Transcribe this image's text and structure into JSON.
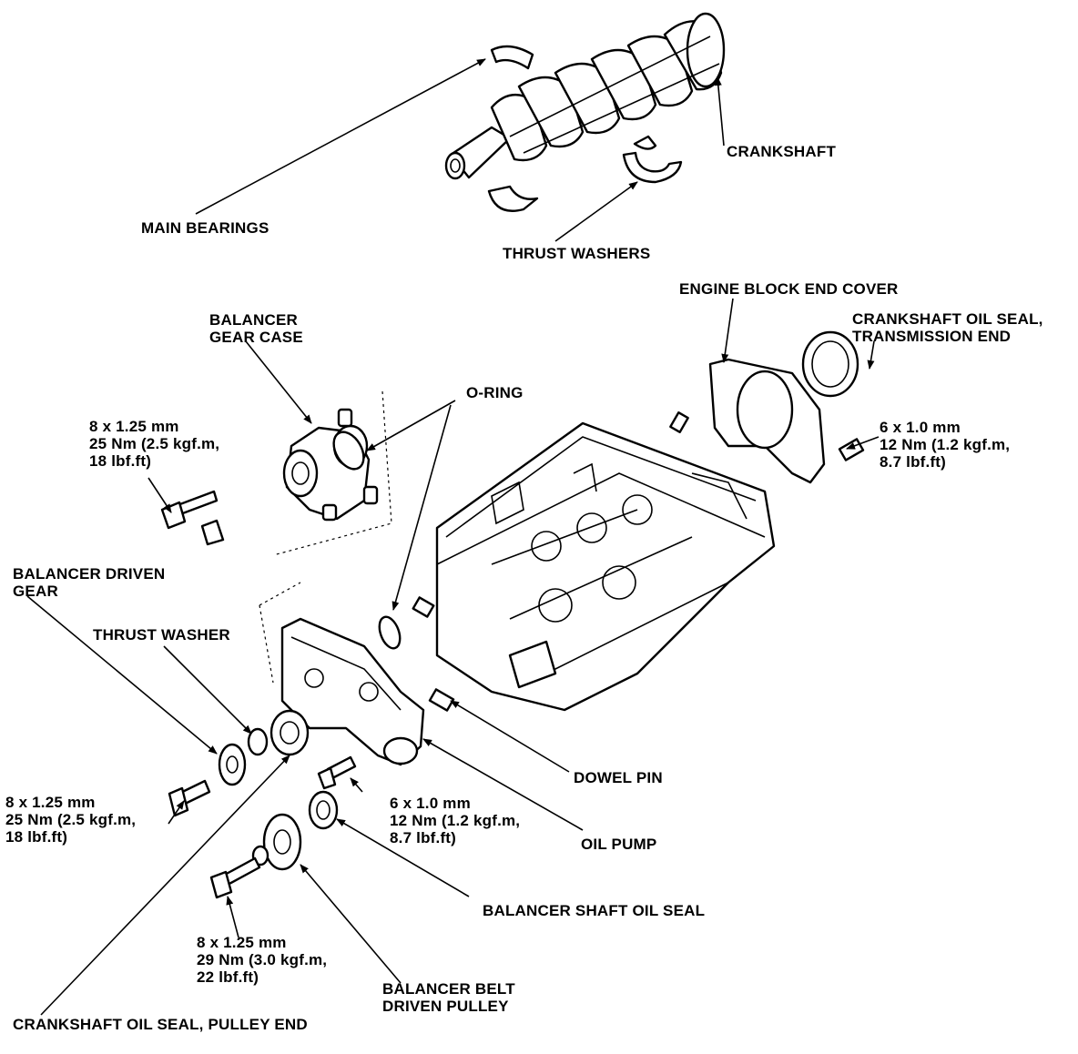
{
  "colors": {
    "ink": "#000000",
    "paper": "#ffffff"
  },
  "labels": {
    "crankshaft": "CRANKSHAFT",
    "main_bearings": "MAIN BEARINGS",
    "thrust_washers": "THRUST WASHERS",
    "engine_block_end_cover": "ENGINE BLOCK END COVER",
    "crank_seal_trans": [
      "CRANKSHAFT OIL SEAL,",
      "TRANSMISSION END"
    ],
    "balancer_gear_case": [
      "BALANCER",
      "GEAR CASE"
    ],
    "o_ring": "O-RING",
    "spec_gear_case_bolt": [
      "8 x 1.25 mm",
      "25 Nm (2.5 kgf.m,",
      "18 lbf.ft)"
    ],
    "spec_end_cover_bolt": [
      "6 x 1.0 mm",
      "12 Nm (1.2 kgf.m,",
      "8.7 lbf.ft)"
    ],
    "balancer_driven_gear": [
      "BALANCER DRIVEN",
      "GEAR"
    ],
    "thrust_washer": "THRUST WASHER",
    "spec_driven_gear_bolt": [
      "8 x 1.25 mm",
      "25 Nm (2.5 kgf.m,",
      "18 lbf.ft)"
    ],
    "spec_oil_pump_bolt": [
      "6 x 1.0 mm",
      "12 Nm (1.2 kgf.m,",
      "8.7 lbf.ft)"
    ],
    "dowel_pin": "DOWEL PIN",
    "oil_pump": "OIL PUMP",
    "balancer_shaft_oil_seal": "BALANCER SHAFT OIL SEAL",
    "spec_pulley_bolt": [
      "8 x 1.25 mm",
      "29 Nm (3.0 kgf.m,",
      "22 lbf.ft)"
    ],
    "balancer_belt_driven_pulley": [
      "BALANCER BELT",
      "DRIVEN PULLEY"
    ],
    "crank_seal_pulley": "CRANKSHAFT OIL SEAL, PULLEY END"
  }
}
